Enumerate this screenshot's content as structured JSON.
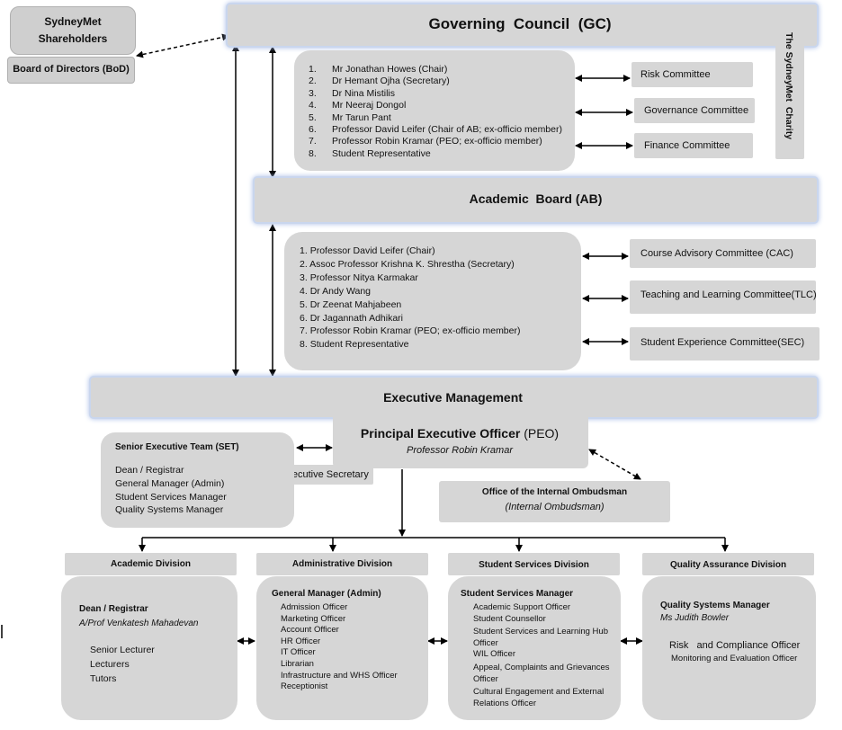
{
  "shareholders": {
    "line1": "SydneyMet",
    "line2": "Shareholders"
  },
  "bod": {
    "label": "Board of Directors (BoD)"
  },
  "gc": {
    "title": "Governing  Council  (GC)",
    "members": [
      "Mr Jonathan Howes (Chair)",
      "Dr Hemant Ojha (Secretary)",
      "Dr Nina Mistilis",
      "Mr Neeraj Dongol",
      "Mr Tarun Pant",
      "Professor David Leifer (Chair of AB; ex-officio member)",
      "Professor Robin Kramar (PEO; ex-officio member)",
      "Student Representative"
    ],
    "committees": [
      "Risk Committee",
      "Governance Committee",
      "Finance Committee"
    ]
  },
  "charity": {
    "label": "The SydneyMet  Charity"
  },
  "ab": {
    "title": "Academic  Board (AB)",
    "members": [
      "Professor David Leifer (Chair)",
      "Assoc Professor Krishna K. Shrestha (Secretary)",
      "Professor Nitya Karmakar",
      "Dr Andy Wang",
      "Dr Zeenat Mahjabeen",
      "Dr Jagannath Adhikari",
      "Professor Robin Kramar (PEO; ex-officio member)",
      "Student Representative"
    ],
    "committees": [
      "Course Advisory Committee (CAC)",
      "Teaching and Learning Committee(TLC)",
      "Student Experience Committee(SEC)"
    ]
  },
  "exec": {
    "title": "Executive Management"
  },
  "peo": {
    "title": "Principal Executive Officer",
    "abbr": "(PEO)",
    "name": "Professor Robin Kramar"
  },
  "exec_secretary": {
    "label": "Executive Secretary"
  },
  "set": {
    "title": "Senior Executive Team (SET)",
    "members": [
      "Dean / Registrar",
      "General Manager (Admin)",
      "Student Services Manager",
      "Quality Systems Manager"
    ]
  },
  "ombudsman": {
    "title": "Office of the Internal Ombudsman",
    "sub": "(Internal Ombudsman)"
  },
  "divisions": {
    "academic": {
      "header": "Academic Division",
      "head": "Dean / Registrar",
      "name": "A/Prof Venkatesh Mahadevan",
      "roles": [
        "Senior Lecturer",
        "Lecturers",
        "Tutors"
      ]
    },
    "admin": {
      "header": "Administrative Division",
      "head": "General Manager (Admin)",
      "roles": [
        "Admission Officer",
        "Marketing Officer",
        "Account Officer",
        "HR Officer",
        "IT Officer",
        "Librarian",
        "Infrastructure and WHS Officer",
        "Receptionist"
      ]
    },
    "student": {
      "header": "Student Services Division",
      "head": "Student Services Manager",
      "roles": [
        "Academic Support Officer",
        "Student Counsellor",
        "Student Services and Learning Hub",
        "Officer",
        "WIL Officer",
        "Appeal, Complaints and Grievances",
        "Officer",
        "Cultural Engagement and External",
        "Relations Officer"
      ]
    },
    "qa": {
      "header": "Quality Assurance Division",
      "head": "Quality Systems Manager",
      "name": "Ms Judith Bowler",
      "role1": "Risk   and Compliance Officer",
      "role2": "Monitoring and Evaluation Officer"
    }
  }
}
